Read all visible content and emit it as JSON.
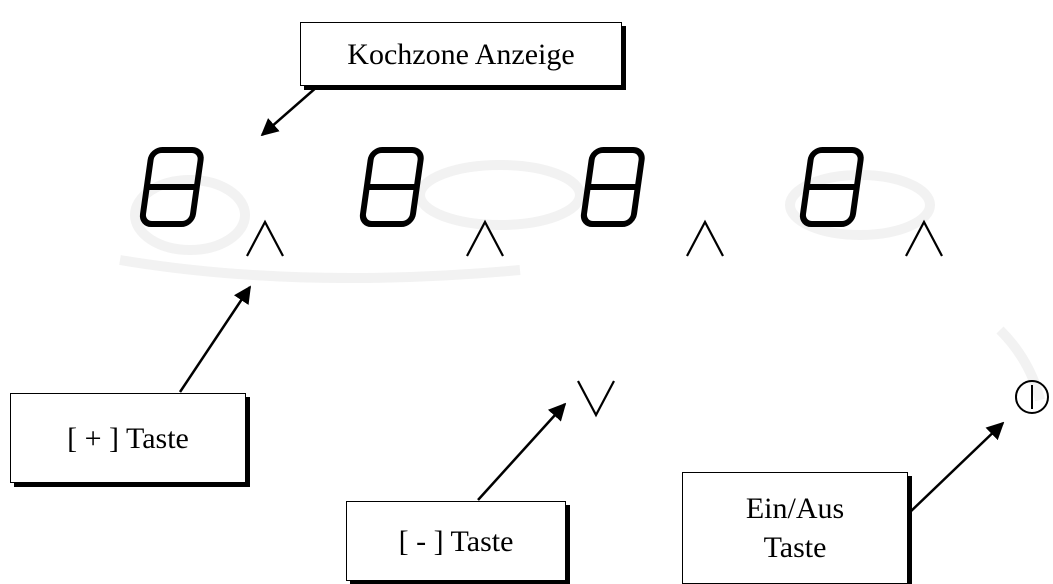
{
  "labels": {
    "zone_display": "Kochzone Anzeige",
    "plus_key": "[ + ] Taste",
    "minus_key": "[ - ] Taste",
    "power_key_line1": "Ein/Aus",
    "power_key_line2": "Taste"
  },
  "display": {
    "digits": [
      "8",
      "8",
      "8",
      "8"
    ],
    "up_keys": 4,
    "down_keys": 1
  },
  "colors": {
    "ink": "#000000",
    "background": "#ffffff",
    "ghost": "#f2f2f2"
  }
}
